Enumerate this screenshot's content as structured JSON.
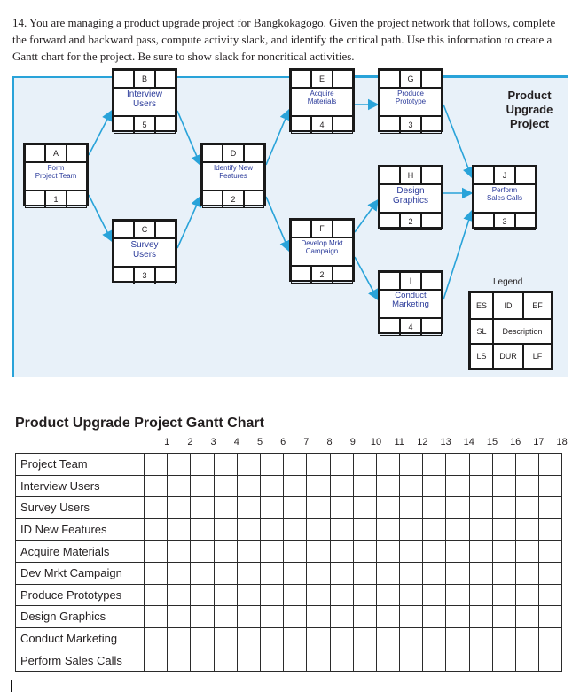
{
  "question": {
    "number": "14.",
    "text": "You are managing a product upgrade project for Bangkokagogo. Given the project network that follows, complete the forward and backward pass, compute activity slack, and identify the critical path. Use this information to create a Gantt chart for the project. Be sure to show slack for noncritical activities."
  },
  "network": {
    "title": "Product\nUpgrade\nProject",
    "nodes": [
      {
        "id": "A",
        "description": "Form\nProject Team",
        "duration": "1"
      },
      {
        "id": "B",
        "description": "Interview\nUsers",
        "duration": "5"
      },
      {
        "id": "C",
        "description": "Survey\nUsers",
        "duration": "3"
      },
      {
        "id": "D",
        "description": "Identify New\nFeatures",
        "duration": "2"
      },
      {
        "id": "E",
        "description": "Acquire\nMaterials",
        "duration": "4"
      },
      {
        "id": "F",
        "description": "Develop Mrkt\nCampaign",
        "duration": "2"
      },
      {
        "id": "G",
        "description": "Produce\nPrototype",
        "duration": "3"
      },
      {
        "id": "H",
        "description": "Design\nGraphics",
        "duration": "2"
      },
      {
        "id": "I",
        "description": "Conduct\nMarketing",
        "duration": "4"
      },
      {
        "id": "J",
        "description": "Perform\nSales Calls",
        "duration": "3"
      }
    ],
    "legend": {
      "title": "Legend",
      "es": "ES",
      "id": "ID",
      "ef": "EF",
      "sl": "SL",
      "description": "Description",
      "ls": "LS",
      "dur": "DUR",
      "lf": "LF"
    },
    "colors": {
      "arrow": "#29a3d9",
      "panel": "#e8f1f9",
      "description_text": "#2a3a9a"
    }
  },
  "gantt": {
    "title": "Product Upgrade Project Gantt Chart",
    "days": [
      "1",
      "2",
      "3",
      "4",
      "5",
      "6",
      "7",
      "8",
      "9",
      "10",
      "11",
      "12",
      "13",
      "14",
      "15",
      "16",
      "17",
      "18"
    ],
    "activities": [
      "Project Team",
      "Interview Users",
      "Survey Users",
      "ID New Features",
      "Acquire Materials",
      "Dev Mrkt Campaign",
      "Produce Prototypes",
      "Design Graphics",
      "Conduct Marketing",
      "Perform Sales Calls"
    ]
  }
}
